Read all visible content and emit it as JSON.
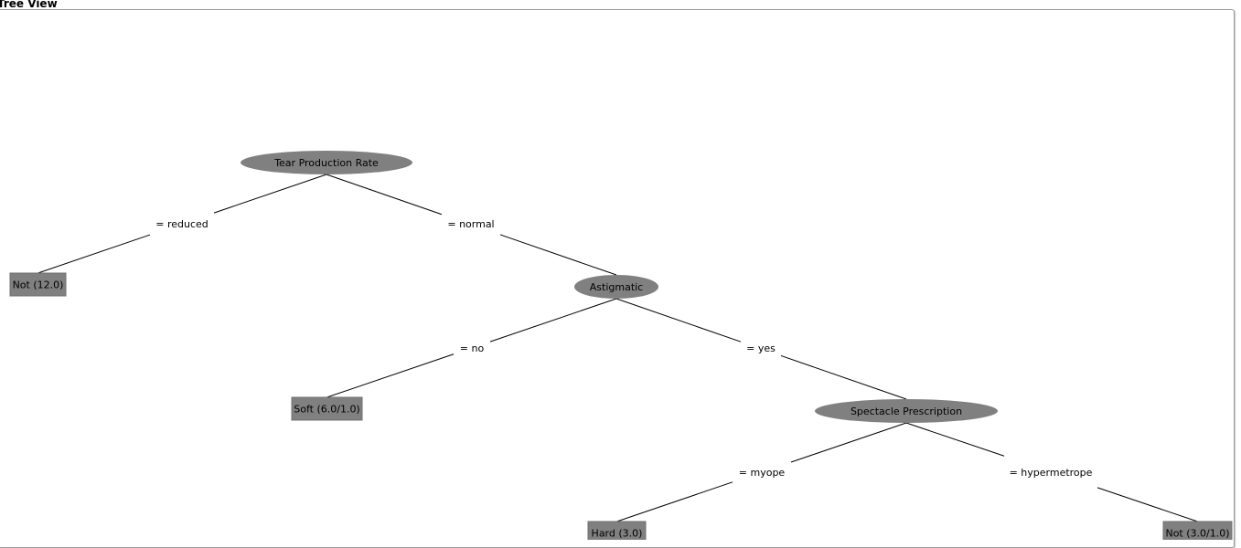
{
  "window": {
    "title": "Tree View"
  },
  "tree": {
    "nodes": [
      {
        "id": "n-tear",
        "kind": "decision",
        "label": "Tear Production Rate"
      },
      {
        "id": "n-astig",
        "kind": "decision",
        "label": "Astigmatic"
      },
      {
        "id": "n-spec",
        "kind": "decision",
        "label": "Spectacle Prescription"
      },
      {
        "id": "n-not12",
        "kind": "leaf",
        "label": "Not (12.0)"
      },
      {
        "id": "n-soft",
        "kind": "leaf",
        "label": "Soft (6.0/1.0)"
      },
      {
        "id": "n-hard",
        "kind": "leaf",
        "label": "Hard (3.0)"
      },
      {
        "id": "n-not3",
        "kind": "leaf",
        "label": "Not (3.0/1.0)"
      }
    ],
    "edges": [
      {
        "from": "n-tear",
        "to": "n-not12",
        "label": "= reduced"
      },
      {
        "from": "n-tear",
        "to": "n-astig",
        "label": "= normal"
      },
      {
        "from": "n-astig",
        "to": "n-soft",
        "label": "= no"
      },
      {
        "from": "n-astig",
        "to": "n-spec",
        "label": "= yes"
      },
      {
        "from": "n-spec",
        "to": "n-hard",
        "label": "= myope"
      },
      {
        "from": "n-spec",
        "to": "n-not3",
        "label": "= hypermetrope"
      }
    ],
    "colors": {
      "node_fill": "#808080",
      "node_stroke": "#707070",
      "edge_stroke": "#000000",
      "text": "#000000"
    }
  }
}
